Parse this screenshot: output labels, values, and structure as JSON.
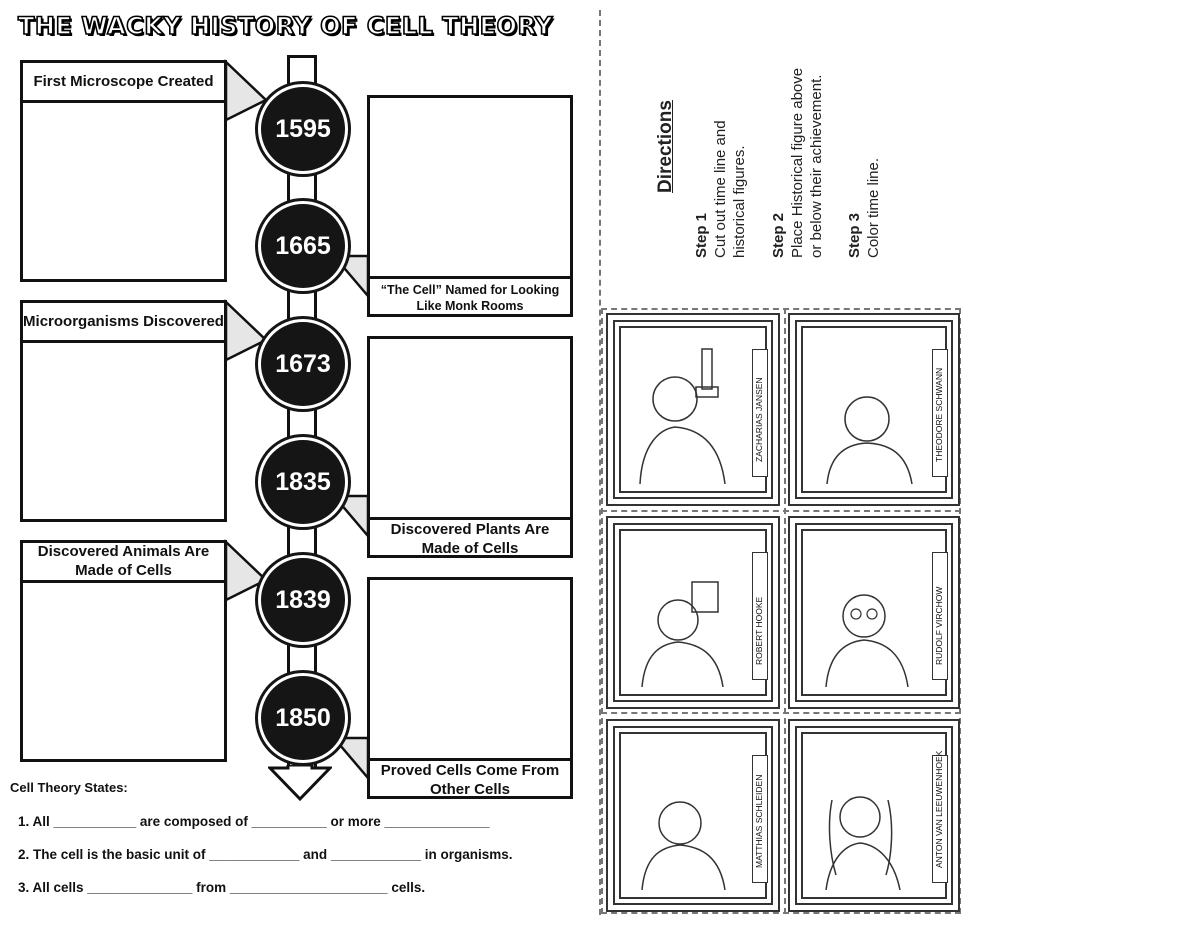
{
  "title": "THE WACKY HISTORY OF CELL THEORY",
  "timeline": {
    "years": [
      "1595",
      "1665",
      "1673",
      "1835",
      "1839",
      "1850"
    ],
    "left_labels": [
      "First Microscope Created",
      "Microorganisms Discovered",
      "Discovered Animals Are Made of Cells"
    ],
    "right_labels": [
      "“The Cell” Named for Looking Like Monk Rooms",
      "Discovered Plants Are Made of Cells",
      "Proved Cells Come From Other Cells"
    ]
  },
  "cell_theory": {
    "heading": "Cell Theory States:",
    "statements": [
      "1.   All ___________ are composed of __________ or more ______________",
      "2.   The cell is the basic unit of ____________ and ____________ in organisms.",
      "3.   All cells ______________ from _____________________ cells."
    ]
  },
  "directions": {
    "heading": "Directions",
    "steps": [
      {
        "title": "Step 1",
        "lines": [
          "Cut out time line and",
          "historical figures."
        ]
      },
      {
        "title": "Step 2",
        "lines": [
          "Place Historical figure above",
          "or below their achievement."
        ]
      },
      {
        "title": "Step 3",
        "lines": [
          "Color time line."
        ]
      }
    ]
  },
  "figures": [
    {
      "name": "ZACHARIAS JANSEN"
    },
    {
      "name": "THEODORE SCHWANN"
    },
    {
      "name": "ROBERT HOOKE"
    },
    {
      "name": "RUDOLF VIRCHOW"
    },
    {
      "name": "MATTHIAS SCHLEIDEN"
    },
    {
      "name": "ANTON VAN LEEUWENHOEK"
    }
  ]
}
